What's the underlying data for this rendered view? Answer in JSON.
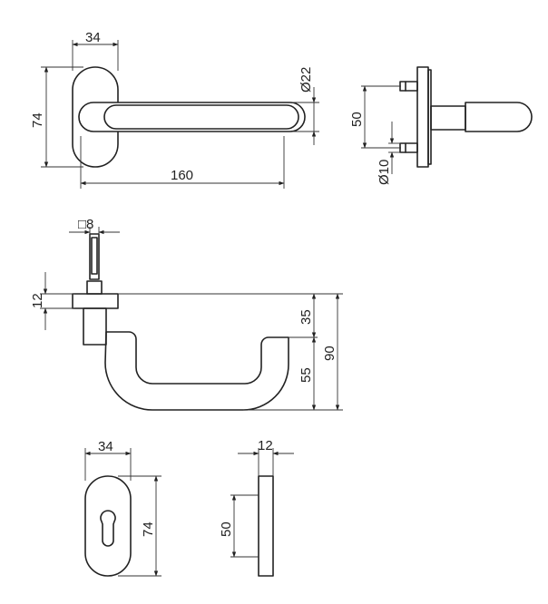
{
  "dimensions": {
    "plate_width_top": "34",
    "plate_height_top": "74",
    "lever_length": "160",
    "lever_diameter": "Ø22",
    "screw_spacing": "50",
    "screw_diameter": "Ø10",
    "square_spindle": "□8",
    "rose_thickness": "12",
    "offset_top": "35",
    "offset_bottom": "55",
    "total_height": "90",
    "escutcheon_width": "34",
    "escutcheon_height": "74",
    "escutcheon_thickness": "12",
    "escutcheon_screw_spacing": "50"
  }
}
